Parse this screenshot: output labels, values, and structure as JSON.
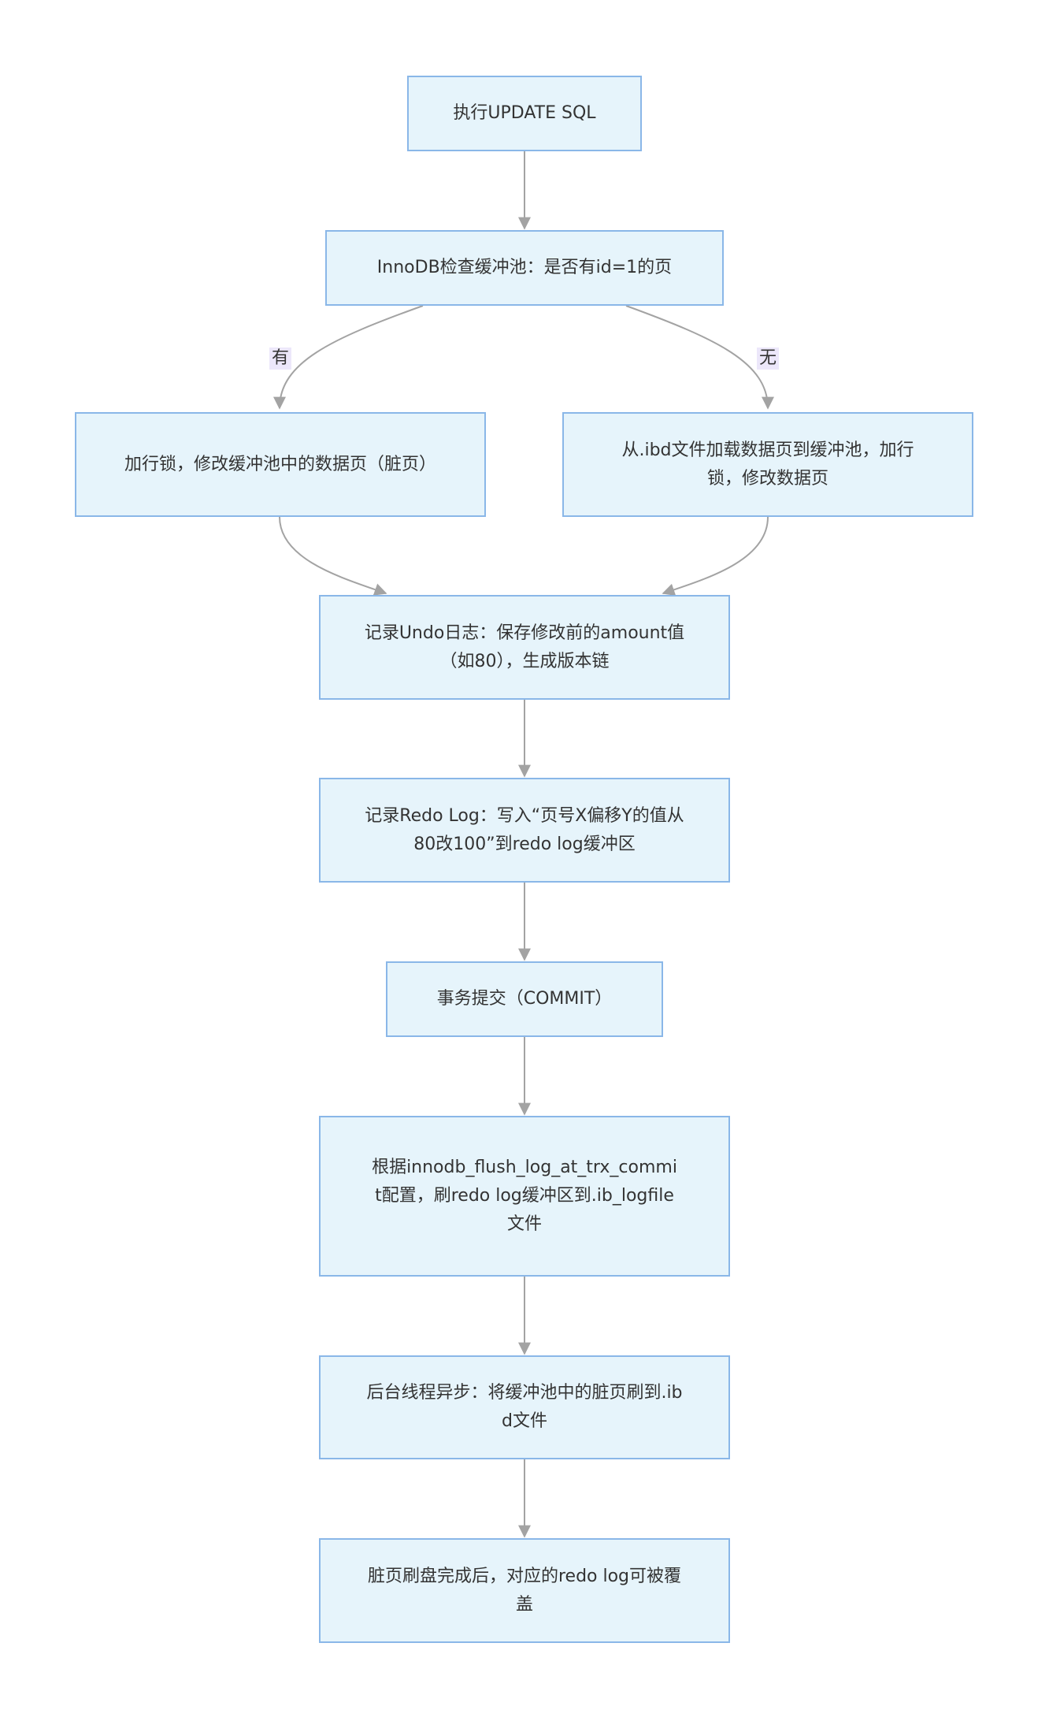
{
  "diagram": {
    "nodes": {
      "start": "执行UPDATE SQL",
      "check": "InnoDB检查缓冲池：是否有id=1的页",
      "hit": "加行锁，修改缓冲池中的数据页（脏页）",
      "miss": "从.ibd文件加载数据页到缓冲池，加行锁，修改数据页",
      "undo": "记录Undo日志：保存修改前的amount值（如80），生成版本链",
      "redo": "记录Redo Log：写入“页号X偏移Y的值从80改100”到redo log缓冲区",
      "commit": "事务提交（COMMIT）",
      "flush": "根据innodb_flush_log_at_trx_commit配置，刷redo log缓冲区到.ib_logfile文件",
      "bg": "后台线程异步：将缓冲池中的脏页刷到.ibd文件",
      "done": "脏页刷盘完成后，对应的redo log可被覆盖"
    },
    "edge_labels": {
      "yes": "有",
      "no": "无"
    },
    "colors": {
      "node_fill": "#e6f4fb",
      "node_border": "#8ab7e8",
      "edge": "#a3a3a3",
      "label_bg": "#ece7fa"
    }
  }
}
